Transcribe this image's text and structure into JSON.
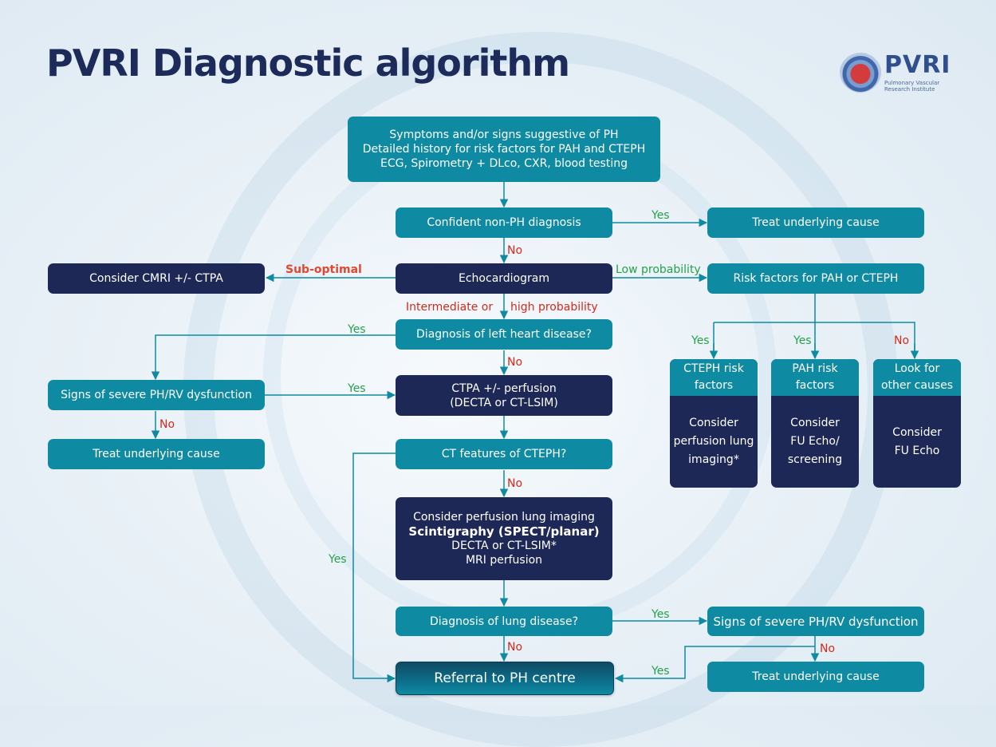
{
  "title": "PVRI Diagnostic algorithm",
  "logo": {
    "name": "PVRI",
    "subtitle": "Pulmonary Vascular Research Institute"
  },
  "nodes": {
    "start": [
      "Symptoms and/or signs suggestive of PH",
      "Detailed history for risk factors for PAH and CTEPH",
      "ECG, Spirometry + DLco, CXR, blood testing"
    ],
    "confident": "Confident non-PH diagnosis",
    "treat_top": "Treat underlying cause",
    "echo": "Echocardiogram",
    "cmri": "Consider CMRI +/- CTPA",
    "risk_factors": "Risk factors for PAH or CTEPH",
    "left_heart": "Diagnosis of left heart disease?",
    "severe_left": "Signs of severe PH/RV dysfunction",
    "treat_left": "Treat underlying cause",
    "ctpa": [
      "CTPA +/- perfusion",
      "(DECTA or CT-LSIM)"
    ],
    "ct_features": "CT features of CTEPH?",
    "perfusion": [
      "Consider perfusion lung imaging",
      "Scintigraphy (SPECT/planar)",
      "DECTA or CT-LSIM*",
      "MRI perfusion"
    ],
    "lung_disease": "Diagnosis of lung disease?",
    "severe_right": "Signs of severe PH/RV dysfunction",
    "treat_bottom": "Treat underlying cause",
    "referral": "Referral to PH centre"
  },
  "cards": [
    {
      "head": [
        "CTEPH risk",
        "factors"
      ],
      "body": [
        "Consider",
        "perfusion lung",
        "imaging*"
      ]
    },
    {
      "head": [
        "PAH risk",
        "factors"
      ],
      "body": [
        "Consider",
        "FU Echo/",
        "screening"
      ]
    },
    {
      "head": [
        "Look for",
        "other causes"
      ],
      "body": [
        "Consider",
        "FU Echo"
      ]
    }
  ],
  "labels": {
    "yes_confident": "Yes",
    "no_confident": "No",
    "sub_optimal": "Sub-optimal",
    "low_probability": "Low probability",
    "intermediate": "Intermediate or",
    "high_probability": "high probability",
    "yes_left_heart": "Yes",
    "no_left_heart": "No",
    "yes_severe_left": "Yes",
    "no_severe_left": "No",
    "yes_cards_1": "Yes",
    "yes_cards_2": "Yes",
    "no_cards_3": "No",
    "no_ct_features": "No",
    "yes_ct_features": "Yes",
    "yes_lung_disease": "Yes",
    "no_lung_disease": "No",
    "no_severe_right": "No",
    "yes_severe_right": "Yes"
  },
  "colors": {
    "teal": "#0e8aa2",
    "navy": "#1e2856",
    "yes_green": "#24a24a",
    "no_red": "#d22b1b",
    "title_navy": "#1d2b5a"
  }
}
